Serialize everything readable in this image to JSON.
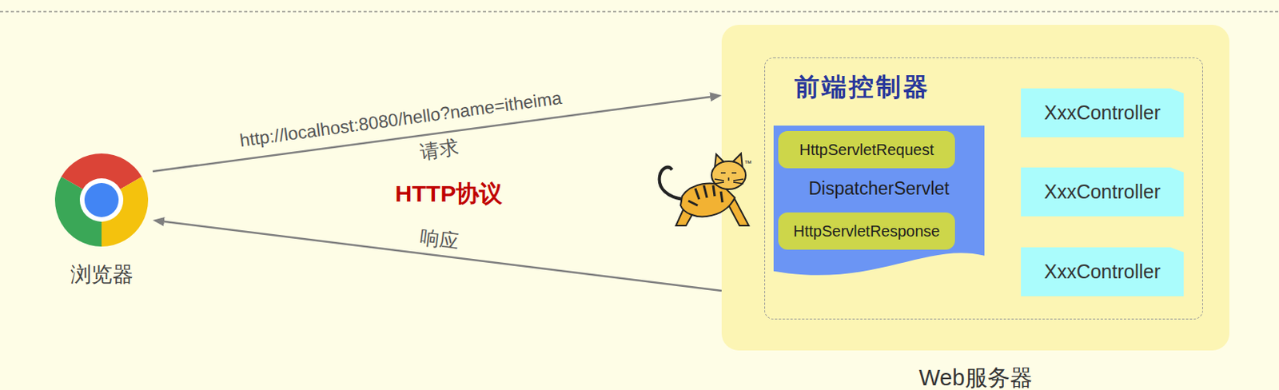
{
  "diagram": {
    "nodes": [
      {
        "text": [
          "浏览器"
        ]
      },
      {
        "text": [
          "Web服务器"
        ]
      },
      {
        "text": [
          "前端控制器"
        ],
        "in": 1
      },
      {
        "text": [
          "DispatcherServlet"
        ],
        "in": 2
      },
      {
        "text": [
          "HttpServletRequest"
        ],
        "in": 3
      },
      {
        "text": [
          "HttpServletResponse"
        ],
        "in": 3
      },
      {
        "text": [
          "XxxController"
        ],
        "in": 2
      },
      {
        "text": [
          "XxxController"
        ],
        "in": 2
      },
      {
        "text": [
          "XxxController"
        ],
        "in": 2
      }
    ],
    "edges": [
      {
        "from": 0,
        "to": 1,
        "label": "请求",
        "arrow": "to"
      },
      {
        "from": 1,
        "to": 0,
        "label": "响应",
        "arrow": "to"
      },
      {
        "from": 3,
        "to": 6,
        "arrow": "to"
      },
      {
        "from": 3,
        "to": 7,
        "arrow": "to"
      },
      {
        "from": 3,
        "to": 8,
        "arrow": "to"
      }
    ],
    "labels": [
      "http://localhost:8080/hello?name=itheima",
      "HTTP协议",
      "™"
    ]
  }
}
